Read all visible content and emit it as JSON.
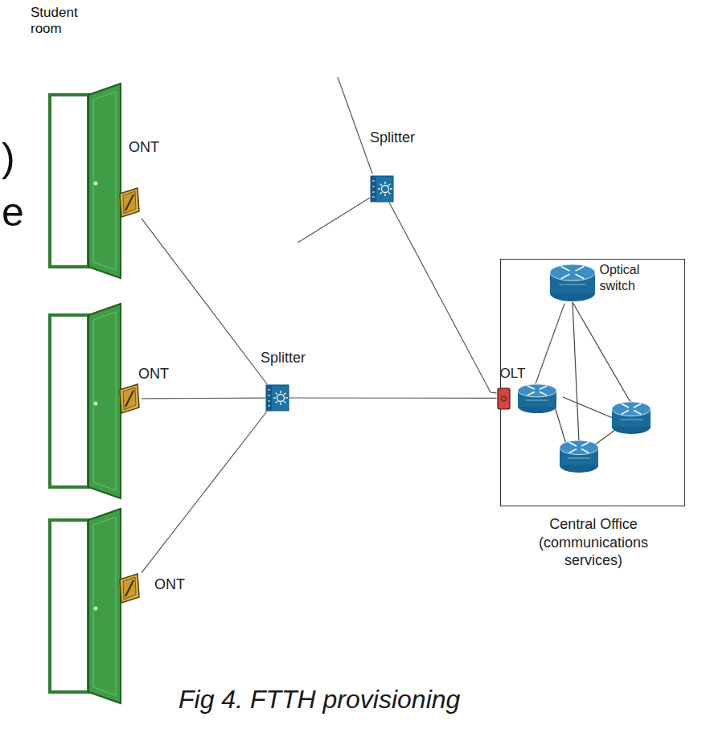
{
  "diagram": {
    "caption": "Fig 4. FTTH provisioning",
    "nodes": [
      {
        "text": [
          "ONT"
        ]
      },
      {
        "text": [
          "Splitter"
        ]
      },
      {
        "text": [
          "ONT"
        ]
      },
      {
        "text": [
          "Splitter"
        ]
      },
      {
        "text": [
          "Central Office (communications services)"
        ]
      },
      {
        "text": [
          "Optical switch"
        ],
        "in": 4
      },
      {
        "text": [
          "OLT"
        ],
        "in": 4
      },
      {
        "text": [
          "ONT"
        ]
      }
    ],
    "edges": [
      {
        "from": 0,
        "to": 3,
        "arrow": "none"
      },
      {
        "from": 2,
        "to": 3,
        "arrow": "none"
      },
      {
        "from": 7,
        "to": 3,
        "arrow": "none"
      },
      {
        "from": 3,
        "to": 6,
        "arrow": "none"
      },
      {
        "from": 1,
        "to": 6,
        "arrow": "none"
      },
      {
        "from": 5,
        "to": 6,
        "arrow": "none"
      }
    ],
    "labels": [
      "Student room",
      ")",
      "e"
    ]
  }
}
